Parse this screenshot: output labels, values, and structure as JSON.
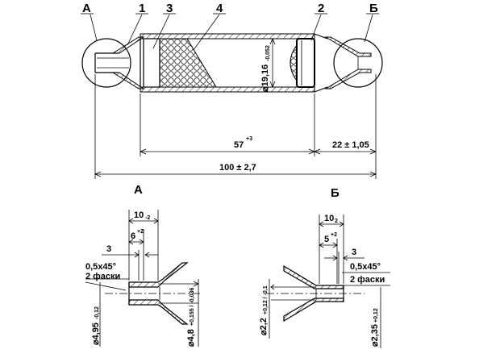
{
  "labels": {
    "view_a": "А",
    "view_b": "Б",
    "part_1": "1",
    "part_2": "2",
    "part_3": "3",
    "part_4": "4",
    "detail_a": "А",
    "detail_b": "Б"
  },
  "dims": {
    "diameter_body": "⌀19,16",
    "diameter_body_tol": "-0,052",
    "len_57": "57",
    "len_57_tol": "+3",
    "len_22": "22 ± 1,05",
    "len_100": "100 ± 2,7"
  },
  "detail_a": {
    "d10": "10",
    "d10_tol": "-2",
    "d6": "6",
    "d6_tol": "+2",
    "d3": "3",
    "chamfer": "0,5x45°",
    "chamfer_note": "2 фаски",
    "dia_left": "⌀4,95",
    "dia_left_tol": "-0,12",
    "dia_right": "⌀4,8",
    "dia_right_tol": "+0,155 / -0,036"
  },
  "detail_b": {
    "d10": "10",
    "d10_tol": "2",
    "d5": "5",
    "d5_tol": "+2",
    "d3": "3",
    "chamfer": "0,5x45°",
    "chamfer_note": "2 фаски",
    "dia_left": "⌀2,2",
    "dia_left_tol": "+0,12 / -0,1",
    "dia_right": "⌀2,35",
    "dia_right_tol": "+0,12"
  }
}
